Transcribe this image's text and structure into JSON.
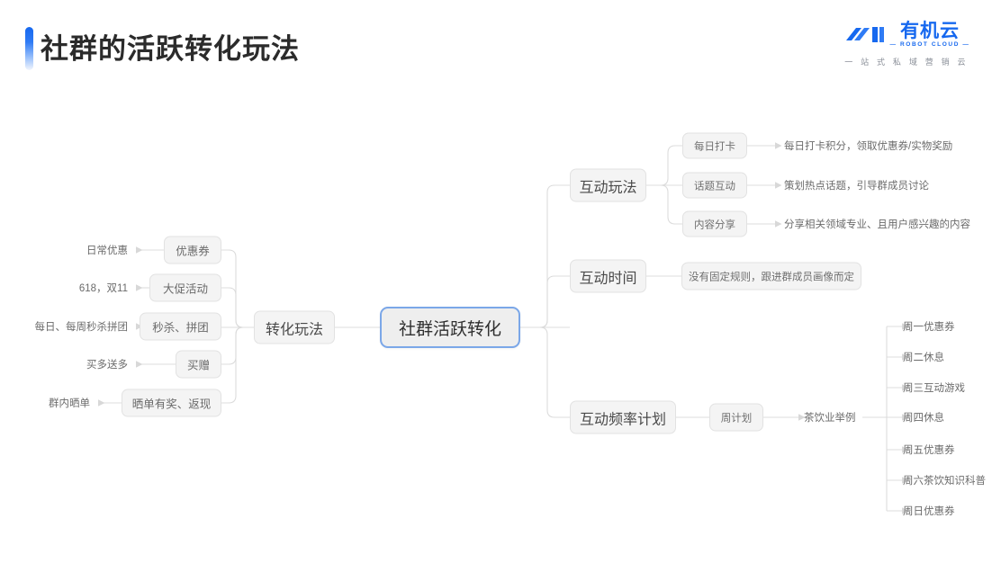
{
  "header": {
    "title": "社群的活跃转化玩法",
    "accent_color": "#1668ef"
  },
  "logo": {
    "mark": "swoosh-mark",
    "name_cn": "有机云",
    "name_en": "— ROBOT CLOUD —",
    "tagline": "一 站 式 私 域 营 销 云",
    "color": "#1668ef"
  },
  "mindmap": {
    "root": {
      "label": "社群活跃转化"
    },
    "left_branch": {
      "label": "转化玩法",
      "children": [
        {
          "label": "优惠券",
          "note": "日常优惠"
        },
        {
          "label": "大促活动",
          "note": "618，双11"
        },
        {
          "label": "秒杀、拼团",
          "note": "每日、每周秒杀拼团"
        },
        {
          "label": "买赠",
          "note": "买多送多"
        },
        {
          "label": "晒单有奖、返现",
          "note": "群内晒单"
        }
      ]
    },
    "right_branches": [
      {
        "label": "互动玩法",
        "children": [
          {
            "label": "每日打卡",
            "note": "每日打卡积分，领取优惠券/实物奖励"
          },
          {
            "label": "话题互动",
            "note": "策划热点话题，引导群成员讨论"
          },
          {
            "label": "内容分享",
            "note": "分享相关领域专业、且用户感兴趣的内容"
          }
        ]
      },
      {
        "label": "互动时间",
        "children": [
          {
            "label": "没有固定规则，跟进群成员画像而定",
            "note": ""
          }
        ]
      },
      {
        "label": "互动频率计划",
        "children": [
          {
            "label": "周计划",
            "note": "茶饮业举例"
          }
        ],
        "week_plan": {
          "example_label": "茶饮业举例",
          "days": [
            "周一优惠券",
            "周二休息",
            "周三互动游戏",
            "周四休息",
            "周五优惠券",
            "周六茶饮知识科普",
            "周日优惠券"
          ]
        }
      }
    ]
  }
}
